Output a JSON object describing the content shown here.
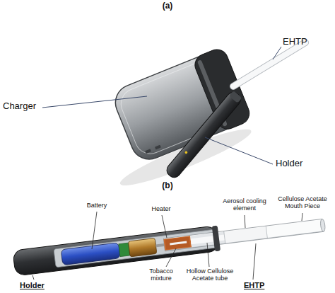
{
  "diagram": {
    "labels": [
      "(a)",
      "Charger",
      "EHTP",
      "Holder",
      "(b)",
      "Battery",
      "Heater",
      "Aerosol cooling element",
      "Cellulose Acetate Mouth Piece",
      "Tobacco mixture",
      "Hollow Cellulose Acetate tube",
      "Holder",
      "EHTP"
    ]
  }
}
